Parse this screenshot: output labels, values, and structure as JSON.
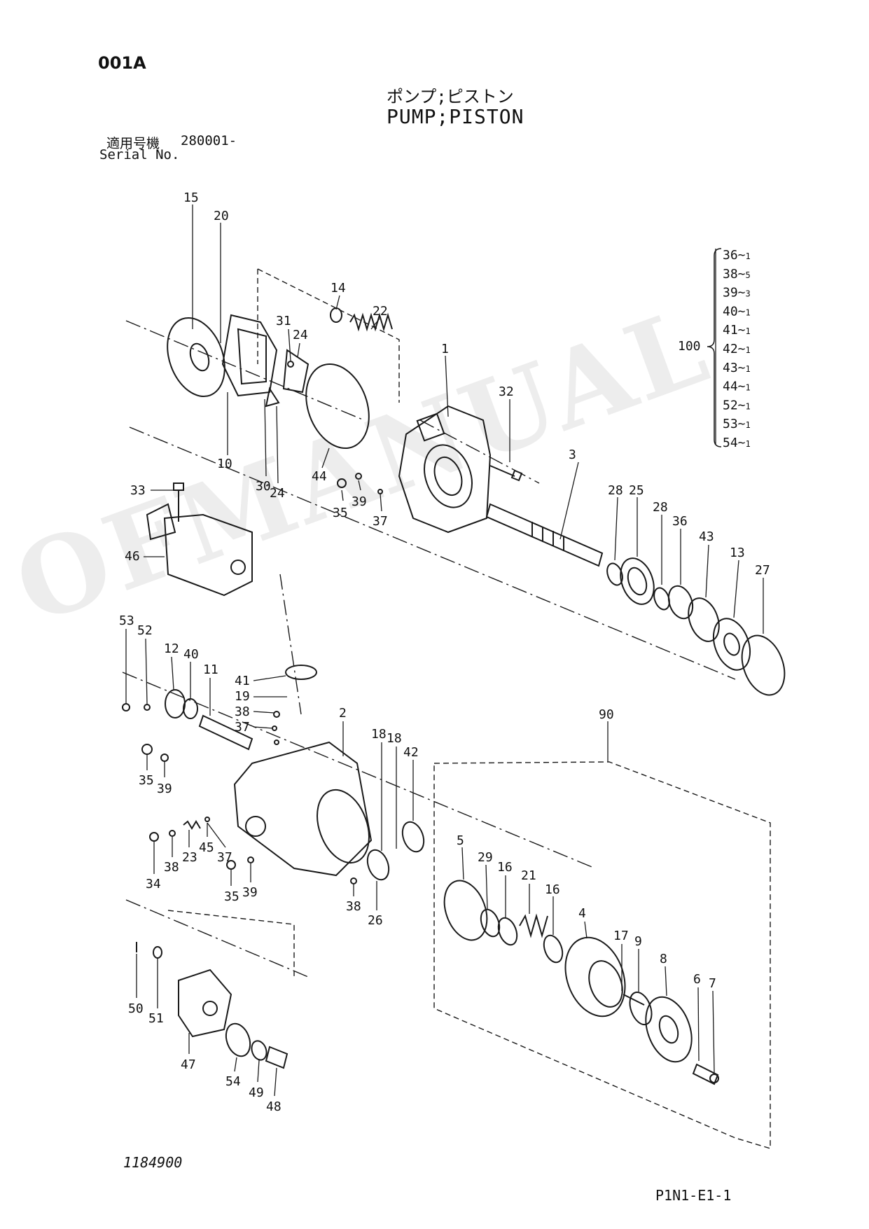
{
  "header": {
    "code": "001A",
    "title_jp": "ポンプ;ピストン",
    "title_en": "PUMP;PISTON",
    "serial_label_jp": "適用号機",
    "serial_number": "280001-",
    "serial_label_en": "Serial No."
  },
  "footer": {
    "drawing_number": "1184900",
    "page_ref": "P1N1-E1-1"
  },
  "watermark": "OFMANUAL",
  "kit": {
    "label": "100",
    "items": [
      {
        "part": "36",
        "qty": "1"
      },
      {
        "part": "38",
        "qty": "5"
      },
      {
        "part": "39",
        "qty": "3"
      },
      {
        "part": "40",
        "qty": "1"
      },
      {
        "part": "41",
        "qty": "1"
      },
      {
        "part": "42",
        "qty": "1"
      },
      {
        "part": "43",
        "qty": "1"
      },
      {
        "part": "44",
        "qty": "1"
      },
      {
        "part": "52",
        "qty": "1"
      },
      {
        "part": "53",
        "qty": "1"
      },
      {
        "part": "54",
        "qty": "1"
      }
    ]
  },
  "callouts": [
    "15",
    "20",
    "14",
    "22",
    "31",
    "24",
    "1",
    "32",
    "10",
    "30",
    "24",
    "44",
    "33",
    "35",
    "39",
    "37",
    "3",
    "28",
    "25",
    "28",
    "36",
    "43",
    "13",
    "27",
    "46",
    "53",
    "52",
    "12",
    "40",
    "11",
    "41",
    "19",
    "38",
    "37",
    "2",
    "18",
    "18",
    "42",
    "35",
    "39",
    "90",
    "34",
    "38",
    "23",
    "45",
    "37",
    "35",
    "39",
    "38",
    "26",
    "5",
    "29",
    "16",
    "21",
    "16",
    "4",
    "17",
    "9",
    "8",
    "6",
    "7",
    "50",
    "51",
    "47",
    "54",
    "49",
    "48"
  ]
}
